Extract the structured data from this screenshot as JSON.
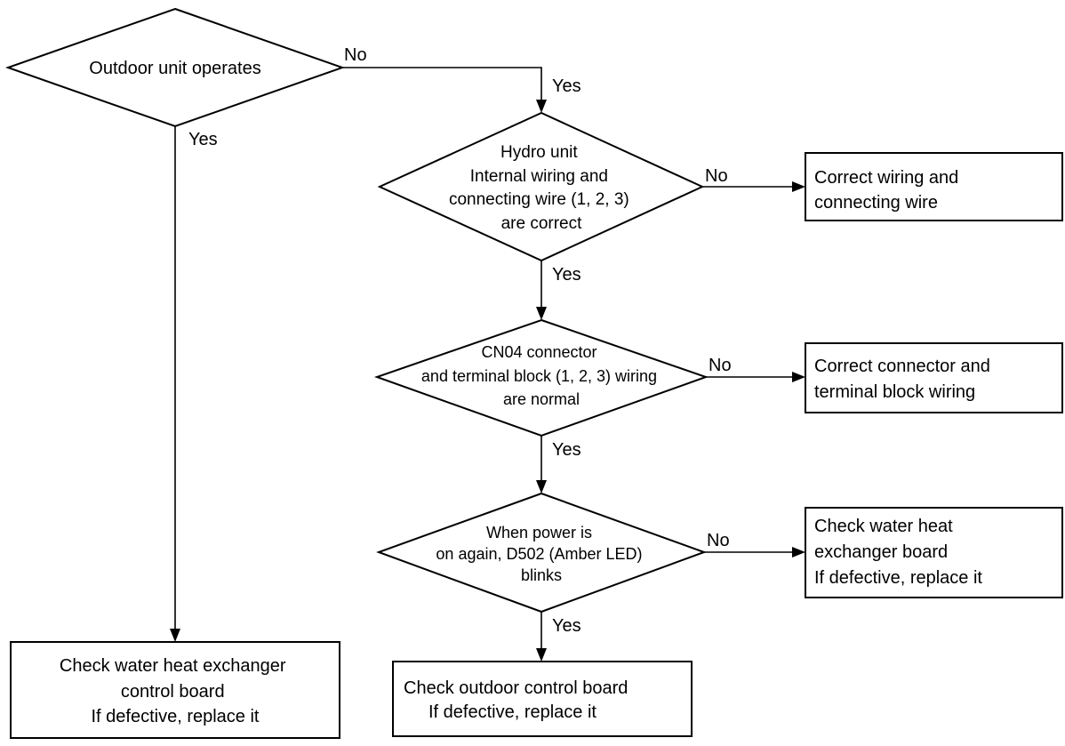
{
  "nodes": {
    "outdoor_operates": {
      "lines": [
        "Outdoor unit operates"
      ]
    },
    "wiring_correct": {
      "lines": [
        "Hydro unit",
        "Internal wiring and",
        "connecting wire (1, 2, 3)",
        "are correct"
      ]
    },
    "cn04_normal": {
      "lines": [
        "CN04 connector",
        "and terminal block (1, 2, 3) wiring",
        "are normal"
      ]
    },
    "d502_blinks": {
      "lines": [
        "When power is",
        "on again, D502 (Amber LED)",
        "blinks"
      ]
    },
    "correct_wiring": {
      "lines": [
        "Correct wiring and",
        "connecting wire"
      ]
    },
    "correct_connector": {
      "lines": [
        "Correct connector and",
        "terminal block wiring"
      ]
    },
    "check_heat_exchanger_board": {
      "lines": [
        "Check water heat",
        "exchanger board",
        "If defective, replace it"
      ]
    },
    "check_heat_exchanger_control": {
      "lines": [
        "Check water heat exchanger",
        "control board",
        "If defective, replace it"
      ]
    },
    "check_outdoor_board": {
      "lines": [
        "Check outdoor control board",
        "If defective, replace it"
      ]
    }
  },
  "edge_labels": {
    "yes": "Yes",
    "no": "No"
  }
}
